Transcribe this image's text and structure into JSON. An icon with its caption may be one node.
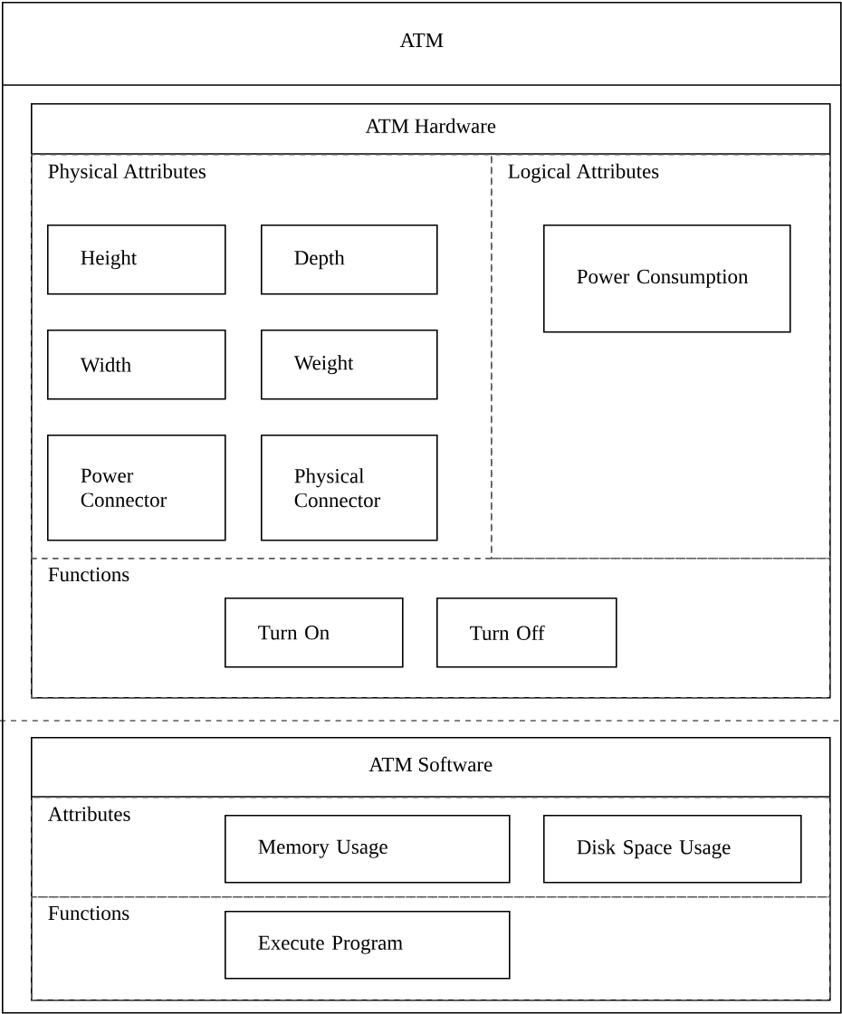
{
  "diagram": {
    "nodes": [
      {
        "text": [
          "ATM"
        ]
      },
      {
        "text": [
          "ATM Hardware"
        ],
        "in": 0
      },
      {
        "text": [
          "Physical Attributes"
        ],
        "in": 1
      },
      {
        "text": [
          "Height"
        ],
        "in": 2
      },
      {
        "text": [
          "Depth"
        ],
        "in": 2
      },
      {
        "text": [
          "Width"
        ],
        "in": 2
      },
      {
        "text": [
          "Weight"
        ],
        "in": 2
      },
      {
        "text": [
          "Power Connector"
        ],
        "in": 2
      },
      {
        "text": [
          "Physical Connector"
        ],
        "in": 2
      },
      {
        "text": [
          "Logical Attributes"
        ],
        "in": 1
      },
      {
        "text": [
          "Power Consumption"
        ],
        "in": 9
      },
      {
        "text": [
          "Functions"
        ],
        "in": 1
      },
      {
        "text": [
          "Turn On"
        ],
        "in": 11
      },
      {
        "text": [
          "Turn Off"
        ],
        "in": 11
      },
      {
        "text": [
          "ATM Software"
        ],
        "in": 0
      },
      {
        "text": [
          "Attributes"
        ],
        "in": 14
      },
      {
        "text": [
          "Memory Usage"
        ],
        "in": 15
      },
      {
        "text": [
          "Disk Space Usage"
        ],
        "in": 15
      },
      {
        "text": [
          "Functions"
        ],
        "in": 14
      },
      {
        "text": [
          "Execute Program"
        ],
        "in": 18
      }
    ]
  }
}
